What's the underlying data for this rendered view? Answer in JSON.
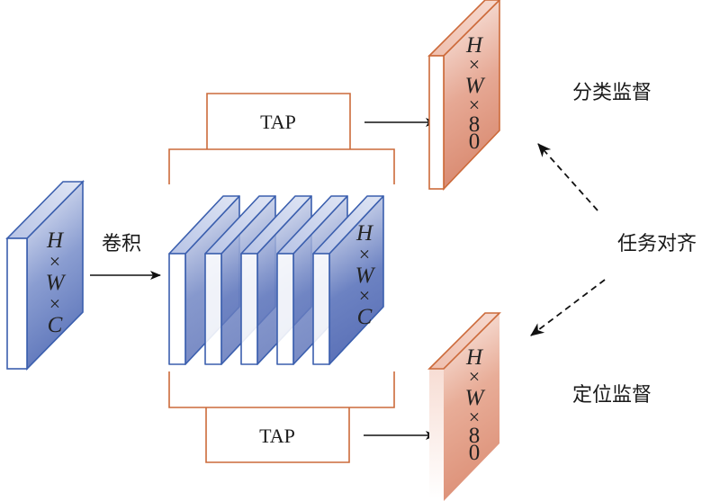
{
  "diagram": {
    "input_tensor": {
      "dims": [
        "H",
        "×",
        "W",
        "×",
        "C"
      ]
    },
    "conv_label": "卷积",
    "feature_stack": {
      "layer_count": 5,
      "dims": [
        "H",
        "×",
        "W",
        "×",
        "C"
      ]
    },
    "tap_top": {
      "label": "TAP"
    },
    "tap_bottom": {
      "label": "TAP"
    },
    "cls_output": {
      "dims": [
        "H",
        "×",
        "W",
        "×",
        "8",
        "0"
      ]
    },
    "loc_output": {
      "dims": [
        "H",
        "×",
        "W",
        "×",
        "8",
        "0"
      ]
    },
    "cls_supervision_label": "分类监督",
    "loc_supervision_label": "定位监督",
    "task_alignment_label": "任务对齐",
    "colors": {
      "blue_stroke": "#3b5fae",
      "blue_fill_light": "#dfe5f4",
      "blue_fill_dark": "#5b73b8",
      "orange_stroke": "#cc6a3a",
      "orange_fill_light": "#f9e6e0",
      "orange_fill_dark": "#dc9279",
      "arrow": "#111111"
    }
  }
}
